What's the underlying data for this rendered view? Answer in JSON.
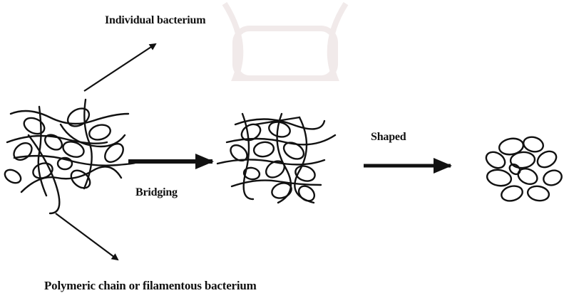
{
  "labels": {
    "individual_bacterium": "Individual bacterium",
    "bridging": "Bridging",
    "shaped": "Shaped",
    "polymeric_chain": "Polymeric chain or filamentous bacterium"
  },
  "colors": {
    "ink": "#111111",
    "background": "#ffffff",
    "watermark": "#f3eeee"
  }
}
